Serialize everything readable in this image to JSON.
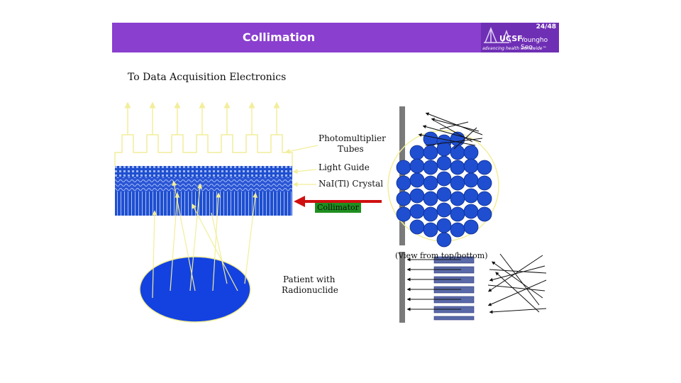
{
  "header": {
    "title": "Collimation",
    "slide_number": "24/48",
    "presenter": "Youngho Seo",
    "logo_text": "UCSF",
    "tagline": "advancing health worldwide™"
  },
  "diagram": {
    "top_label": "To Data Acquisition Electronics",
    "pmt_label_line1": "Photomultiplier",
    "pmt_label_line2": "Tubes",
    "light_guide_label": "Light Guide",
    "crystal_label": "NaI(Tl) Crystal",
    "collimator_label": "Collimator",
    "patient_label_line1": "Patient with",
    "patient_label_line2": "Radionuclide",
    "view_label": "(View from top/bottom)"
  },
  "colors": {
    "header_bg": "#8a3fcf",
    "detector_blue": "#1f4fd0",
    "arrow_yellow": "#f2ee9a",
    "pointer_red": "#d01010",
    "label_green": "#1f8f1f"
  }
}
